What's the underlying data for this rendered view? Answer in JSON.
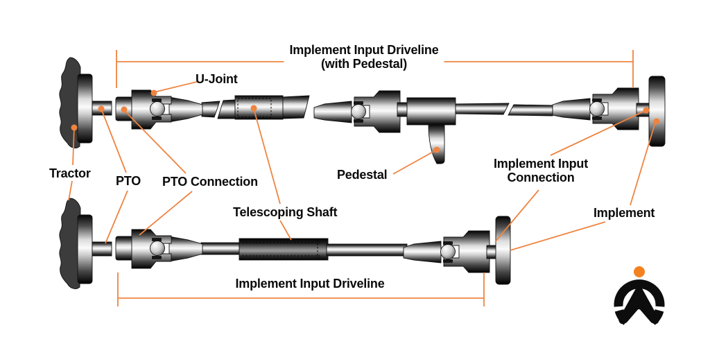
{
  "diagram": {
    "top_bracket": {
      "label_line1": "Implement Input Driveline",
      "label_line2": "(with Pedestal)"
    },
    "bottom_bracket": {
      "label": "Implement Input Driveline"
    },
    "labels": {
      "u_joint": "U-Joint",
      "tractor": "Tractor",
      "pto": "PTO",
      "pto_connection": "PTO Connection",
      "telescoping_shaft": "Telescoping Shaft",
      "pedestal": "Pedestal",
      "implement_input_connection_line1": "Implement Input",
      "implement_input_connection_line2": "Connection",
      "implement": "Implement"
    },
    "colors": {
      "accent": "#EF8440",
      "logo_accent": "#F4811F",
      "label_text": "#0A0A0A"
    }
  }
}
